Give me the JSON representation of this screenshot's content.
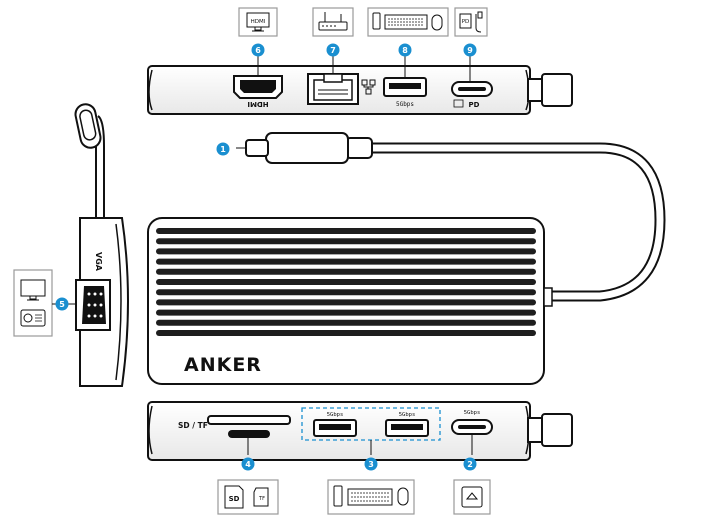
{
  "brand": "ANKER",
  "colors": {
    "callout": "#1a8fd0",
    "ink": "#111111",
    "body_stripe": "#1e1e1e",
    "box_border": "#9a9a9a"
  },
  "labels": {
    "vga": "VGA",
    "hdmi_port": "HDMI",
    "hdmi_icon": "HDMI",
    "sd_tf": "SD / TF",
    "sd": "SD",
    "tf": "TF",
    "pd_port": "PD",
    "pd_icon": "PD",
    "usb_speed": "5Gbps"
  },
  "callouts": [
    {
      "num": "1",
      "desc": "usb-c-cable"
    },
    {
      "num": "2",
      "desc": "usb-c-data-port"
    },
    {
      "num": "3",
      "desc": "usb-a-ports"
    },
    {
      "num": "4",
      "desc": "sd-tf-slots"
    },
    {
      "num": "5",
      "desc": "vga-port"
    },
    {
      "num": "6",
      "desc": "hdmi-port"
    },
    {
      "num": "7",
      "desc": "ethernet-port"
    },
    {
      "num": "8",
      "desc": "usb-a-port"
    },
    {
      "num": "9",
      "desc": "usb-c-pd-port"
    }
  ]
}
